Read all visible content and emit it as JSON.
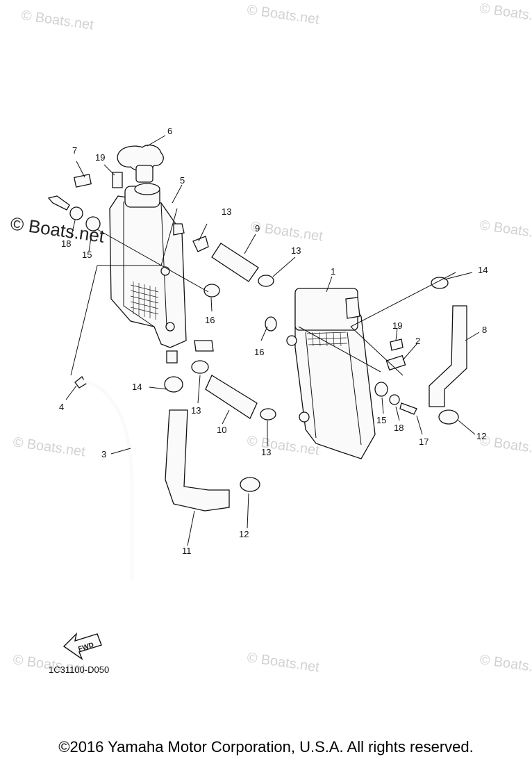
{
  "watermark": "© Boats.net",
  "callouts": {
    "c1": "1",
    "c2": "2",
    "c3": "3",
    "c4": "4",
    "c5": "5",
    "c6": "6",
    "c7": "7",
    "c8": "8",
    "c9": "9",
    "c10": "10",
    "c11": "11",
    "c12a": "12",
    "c12b": "12",
    "c13a": "13",
    "c13b": "13",
    "c13c": "13",
    "c13d": "13",
    "c14a": "14",
    "c14b": "14",
    "c15a": "15",
    "c15b": "15",
    "c16a": "16",
    "c16b": "16",
    "c17": "17",
    "c18a": "18",
    "c18b": "18",
    "c19a": "19",
    "c19b": "19"
  },
  "fwd_label": "FWD",
  "diagram_code": "1C31100-D050",
  "copyright": "©2016 Yamaha Motor Corporation, U.S.A. All rights reserved."
}
